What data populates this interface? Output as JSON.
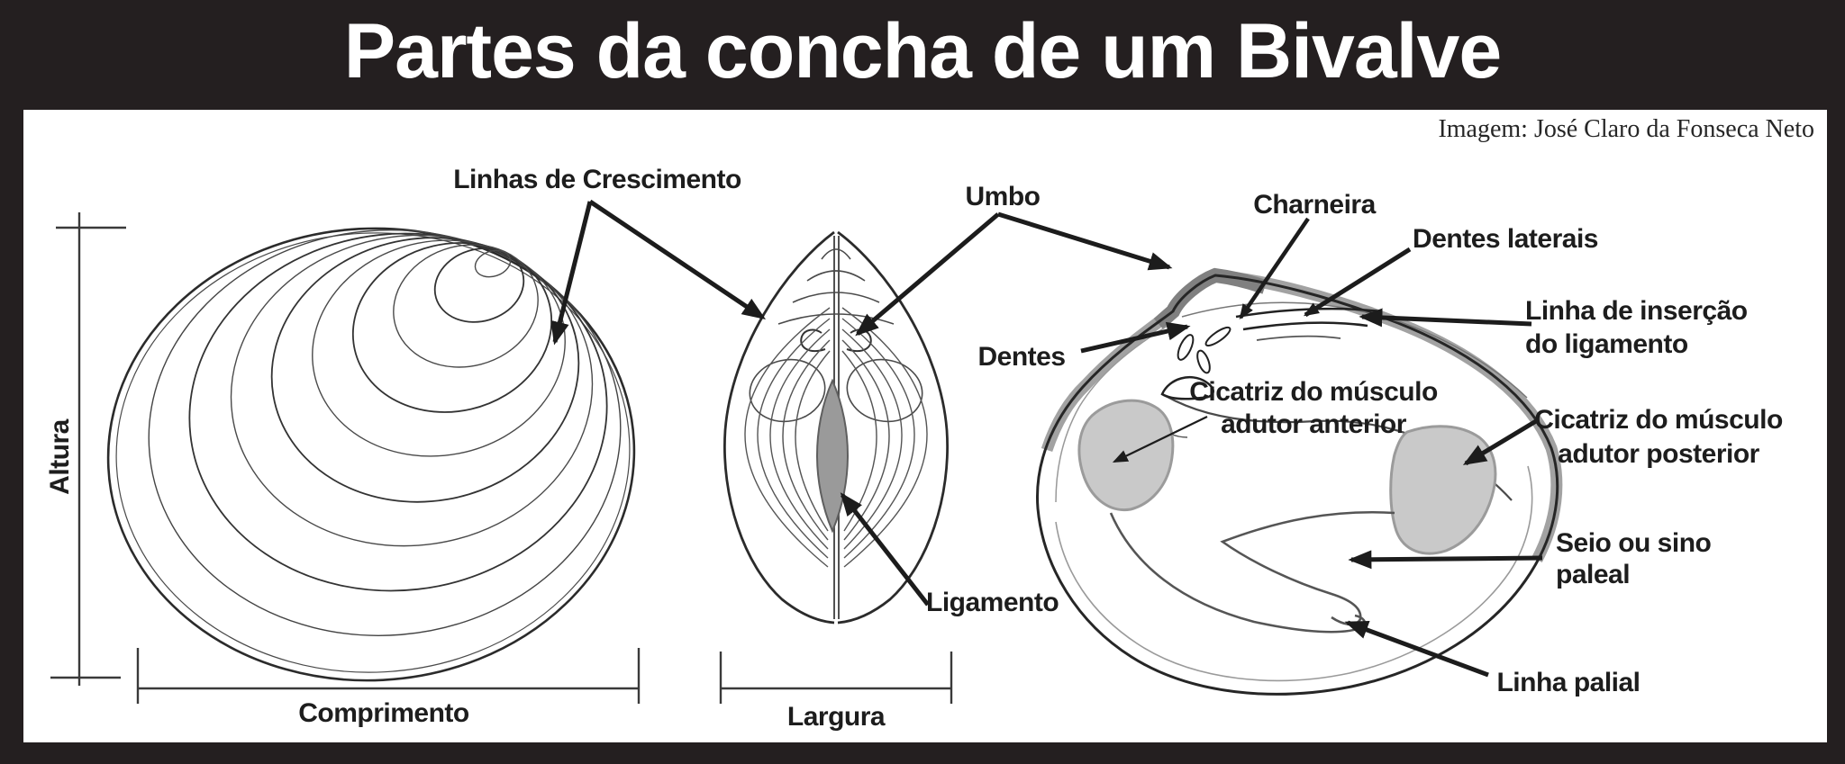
{
  "header": {
    "title": "Partes da concha de um Bivalve",
    "credit": "Imagem: José Claro da Fonseca Neto"
  },
  "labels": {
    "linhas_de_crescimento": "Linhas de Crescimento",
    "altura": "Altura",
    "comprimento": "Comprimento",
    "umbo": "Umbo",
    "ligamento": "Ligamento",
    "largura": "Largura",
    "charneira": "Charneira",
    "dentes_laterais": "Dentes laterais",
    "linha_insercao_l1": "Linha de inserção",
    "linha_insercao_l2": "do ligamento",
    "dentes": "Dentes",
    "cicatriz_anterior_l1": "Cicatriz do músculo",
    "cicatriz_anterior_l2": "adutor anterior",
    "cicatriz_posterior_l1": "Cicatriz do músculo",
    "cicatriz_posterior_l2": "adutor posterior",
    "seio_l1": "Seio ou sino",
    "seio_l2": "paleal",
    "linha_palial": "Linha palial"
  },
  "colors": {
    "frame": "#241f20",
    "panel": "#ffffff",
    "ink": "#1d1d1d",
    "line": "#2b2b2b",
    "band": "#a2a2a2",
    "band_dark": "#808080",
    "scar": "#c9c9c9",
    "scar_edge": "#9b9b9b",
    "lig": "#9a9a9a",
    "lig_edge": "#5f5f5f"
  }
}
